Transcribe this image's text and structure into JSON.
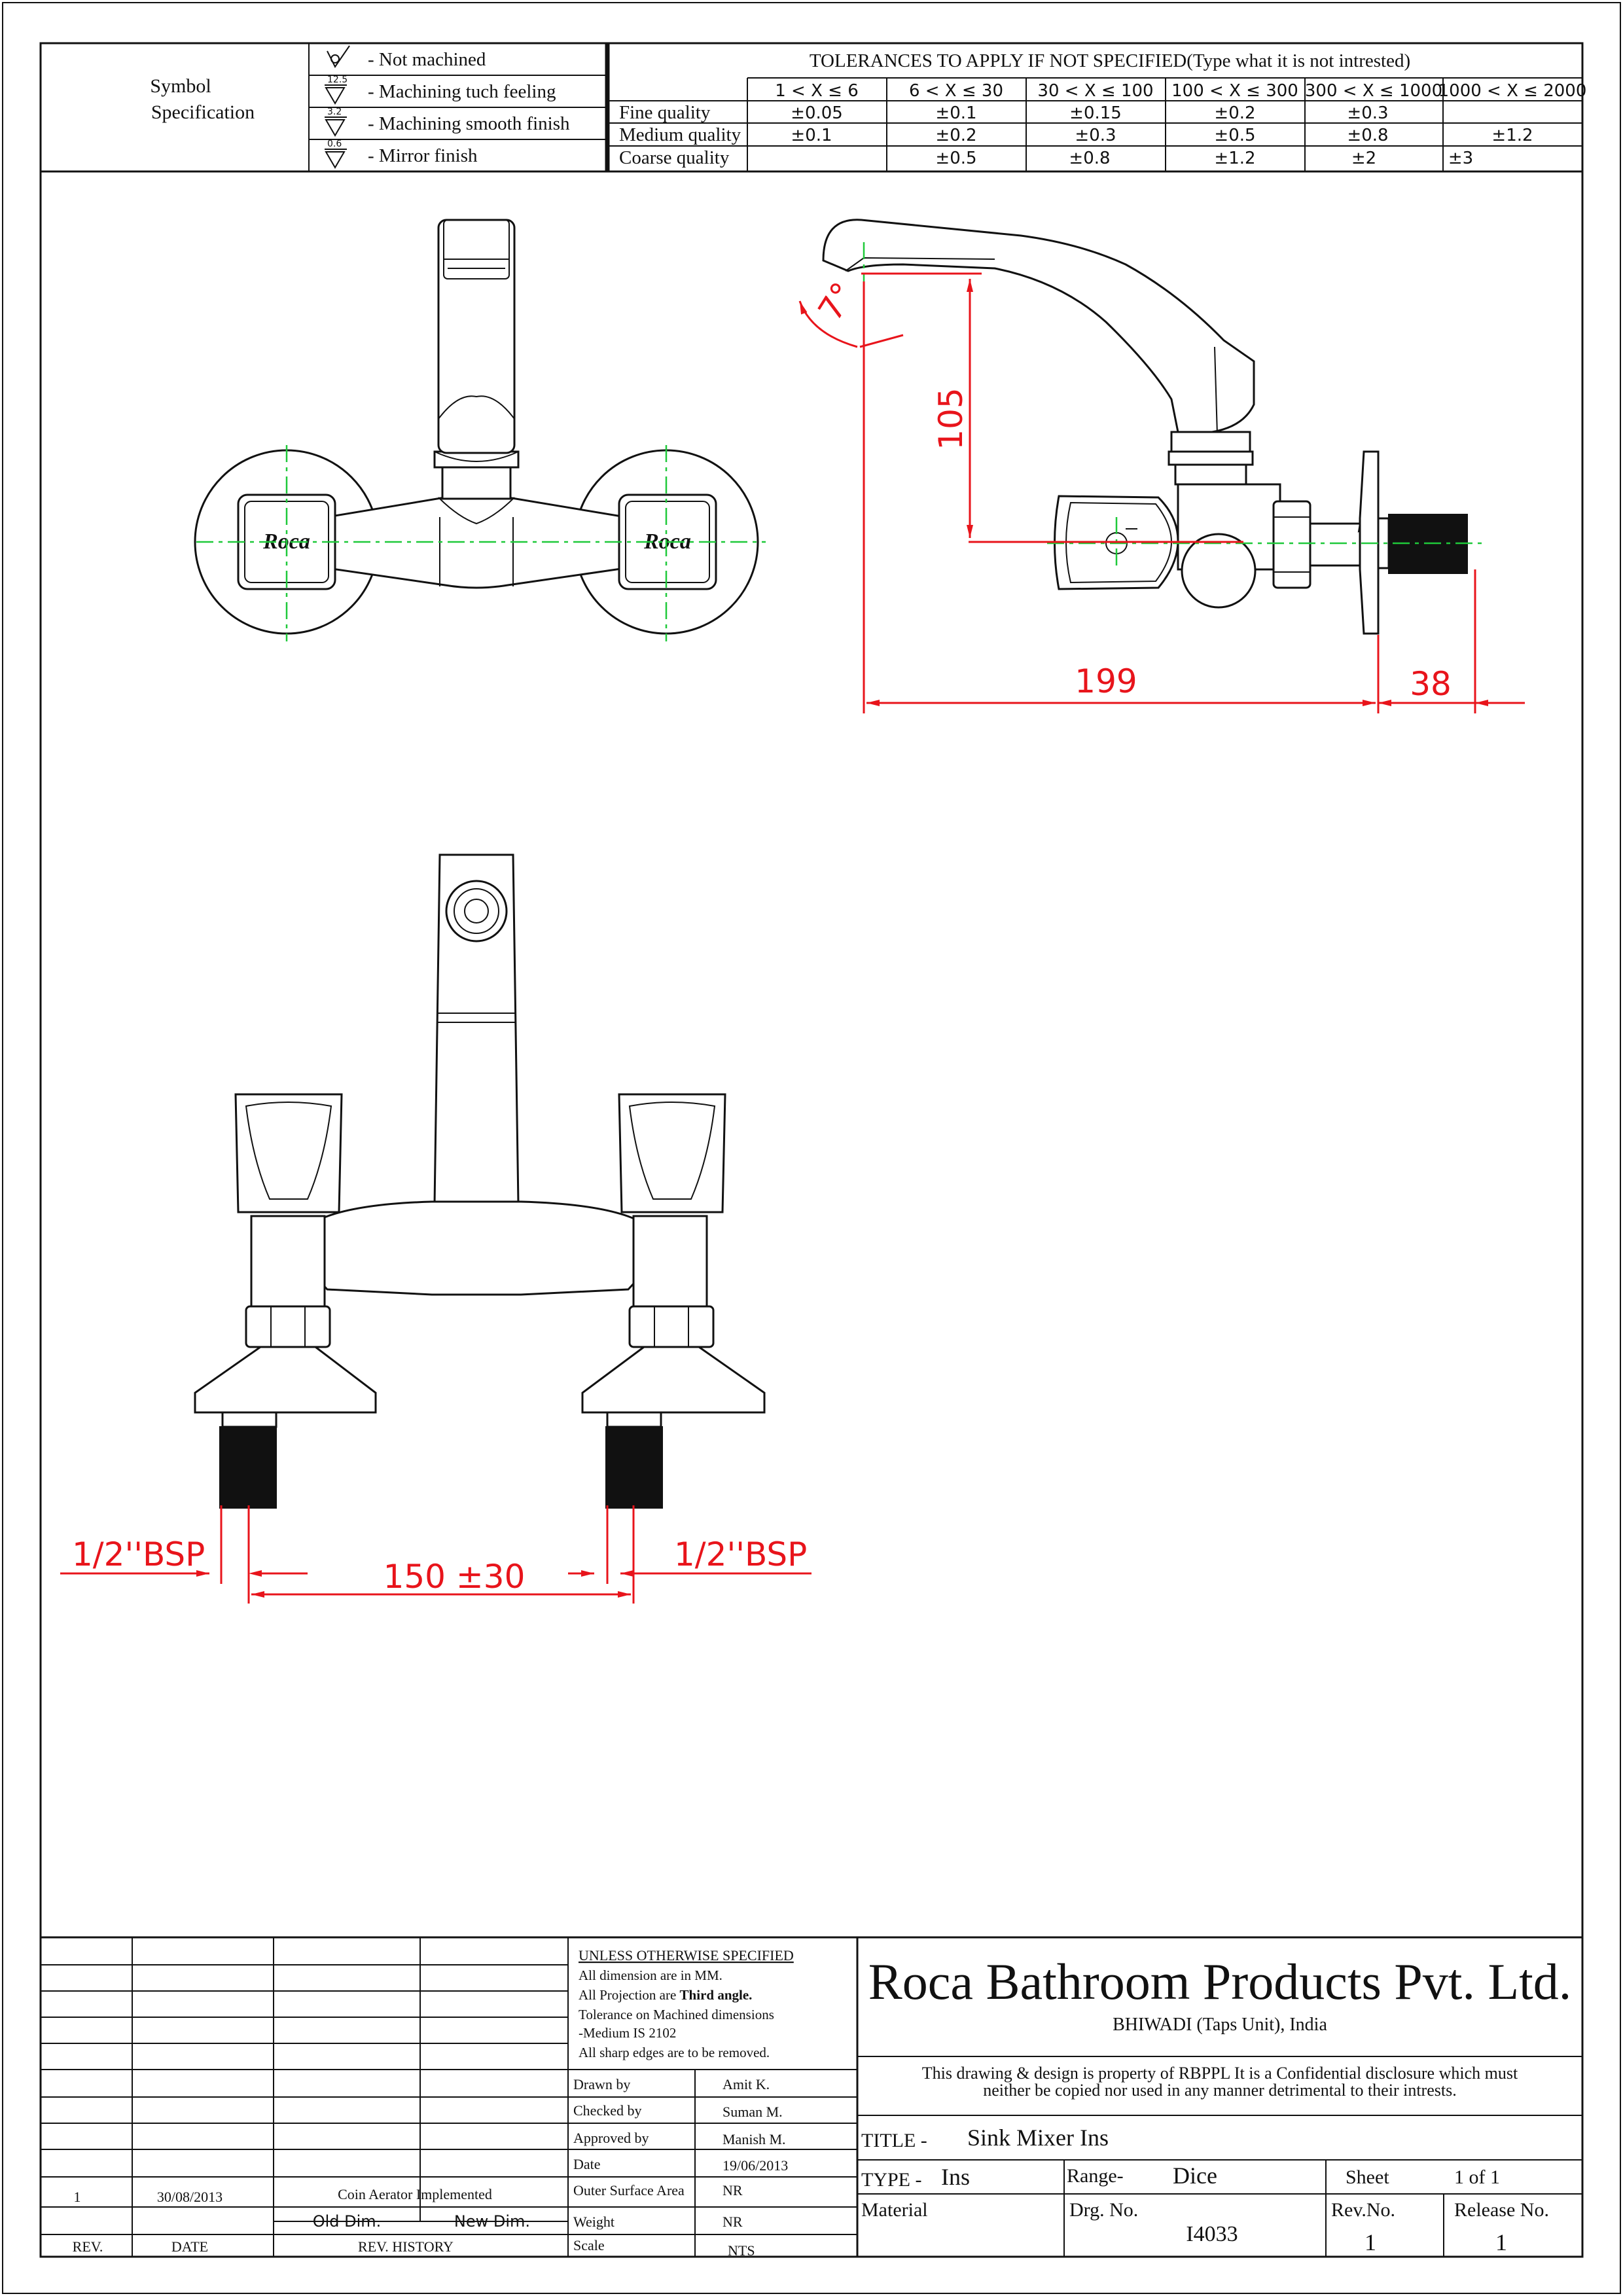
{
  "symbols": {
    "title_line1": "Symbol",
    "title_line2": "Specification",
    "items": [
      {
        "mark": "",
        "text": "- Not machined"
      },
      {
        "mark": "12.5",
        "text": "- Machining tuch feeling"
      },
      {
        "mark": "3.2",
        "text": "- Machining smooth finish"
      },
      {
        "mark": "0.6",
        "text": "- Mirror finish"
      }
    ]
  },
  "tolerances": {
    "title": "TOLERANCES TO APPLY IF NOT SPECIFIED(Type what it is not intrested)",
    "ranges": [
      "1 < X ≤ 6",
      "6 < X ≤ 30",
      "30 < X ≤ 100",
      "100 < X ≤ 300",
      "300 < X ≤ 1000",
      "1000 < X ≤ 2000"
    ],
    "rows": [
      {
        "label": "Fine quality",
        "values": [
          "±0.05",
          "±0.1",
          "±0.15",
          "±0.2",
          "±0.3",
          ""
        ]
      },
      {
        "label": "Medium quality",
        "values": [
          "±0.1",
          "±0.2",
          "±0.3",
          "±0.5",
          "±0.8",
          "±1.2"
        ]
      },
      {
        "label": "Coarse quality",
        "values": [
          "",
          "±0.5",
          "±0.8",
          "±1.2",
          "±2",
          "±3"
        ]
      }
    ]
  },
  "dimensions": {
    "angle": "7°",
    "height": "105",
    "length": "199",
    "thread_length": "38",
    "bsp_left": "1/2''BSP",
    "bsp_right": "1/2''BSP",
    "centers": "150 ±30"
  },
  "logo_text": "Roca",
  "notes": {
    "heading": "UNLESS OTHERWISE SPECIFIED",
    "lines": [
      "All dimension are in MM.",
      "All Projection are",
      "Tolerance on Machined dimensions",
      "-Medium IS 2102",
      "All sharp edges are to be removed."
    ],
    "projection_bold": "Third angle."
  },
  "approvals": [
    {
      "label": "Drawn by",
      "value": "Amit K."
    },
    {
      "label": "Checked by",
      "value": "Suman M."
    },
    {
      "label": "Approved by",
      "value": "Manish M."
    },
    {
      "label": "Date",
      "value": "19/06/2013"
    },
    {
      "label": "Outer Surface Area",
      "value": "NR"
    },
    {
      "label": "Weight",
      "value": "NR"
    },
    {
      "label": "Scale",
      "value": "NTS"
    }
  ],
  "revision": {
    "rev": "1",
    "date": "30/08/2013",
    "history": "Coin Aerator Implemented",
    "old_dim": "Old Dim.",
    "new_dim": "New Dim.",
    "col_rev": "REV.",
    "col_date": "DATE",
    "col_history": "REV. HISTORY"
  },
  "company": {
    "name": "Roca Bathroom Products Pvt. Ltd.",
    "location": "BHIWADI (Taps Unit), India",
    "disclaimer1": "This drawing & design is property of RBPPL It is a Confidential disclosure which must",
    "disclaimer2": "neither be copied nor used in any manner detrimental to their intrests."
  },
  "title_block": {
    "title_label": "TITLE -",
    "title_value": "Sink Mixer Ins",
    "type_label": "TYPE -",
    "type_value": "Ins",
    "range_label": "Range-",
    "range_value": "Dice",
    "sheet_label": "Sheet",
    "sheet_value": "1 of 1",
    "material_label": "Material",
    "drg_label": "Drg. No.",
    "drg_value": "I4033",
    "rev_label": "Rev.No.",
    "rev_value": "1",
    "release_label": "Release No.",
    "release_value": "1"
  }
}
